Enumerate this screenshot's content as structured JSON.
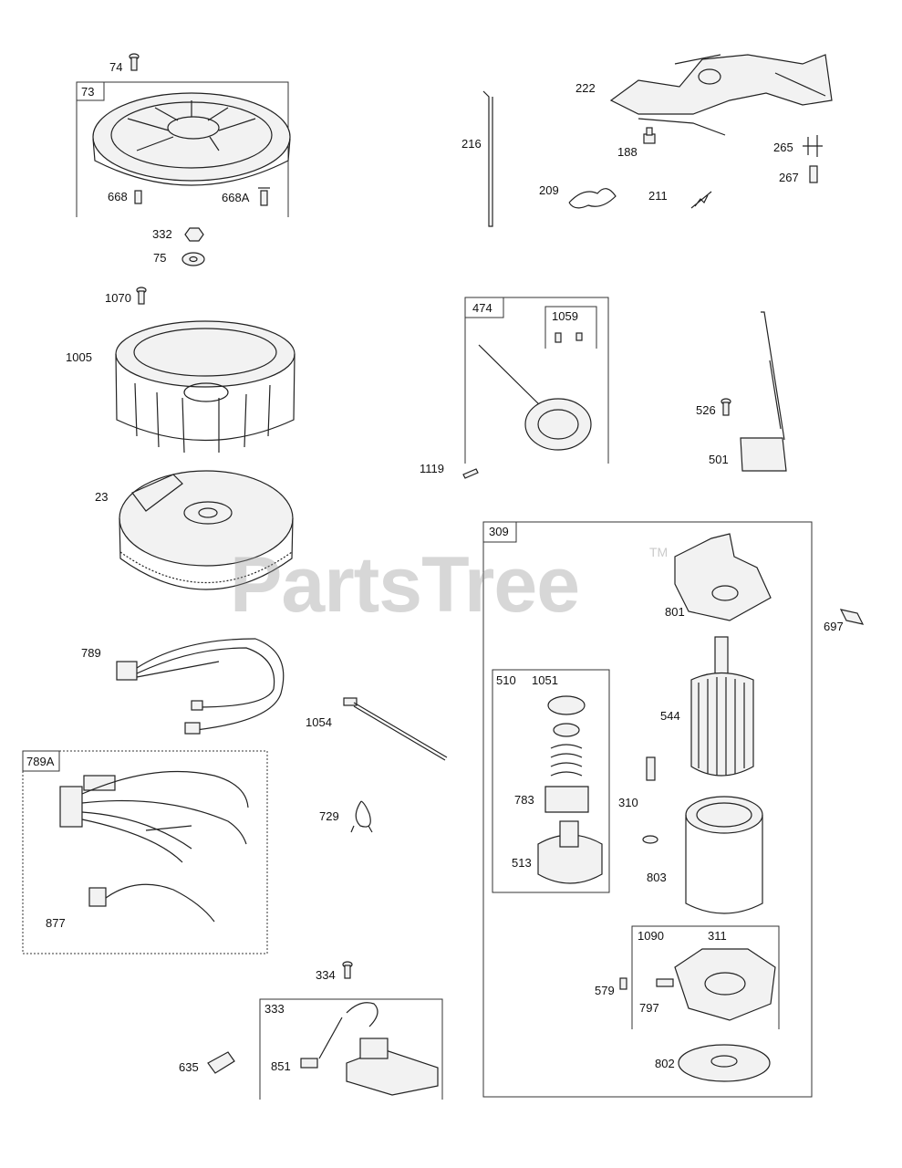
{
  "watermark": "PartsTree",
  "trademark": "TM",
  "labels": {
    "p74": "74",
    "p73": "73",
    "p668": "668",
    "p668A": "668A",
    "p332": "332",
    "p75": "75",
    "p1070": "1070",
    "p1005": "1005",
    "p23": "23",
    "p789": "789",
    "p789A": "789A",
    "p877": "877",
    "p1054": "1054",
    "p729": "729",
    "p334": "334",
    "p333": "333",
    "p851": "851",
    "p635": "635",
    "p216": "216",
    "p222": "222",
    "p188": "188",
    "p209": "209",
    "p211": "211",
    "p265": "265",
    "p267": "267",
    "p474": "474",
    "p1059": "1059",
    "p1119": "1119",
    "p526": "526",
    "p501": "501",
    "p309": "309",
    "p697": "697",
    "p801": "801",
    "p544": "544",
    "p510": "510",
    "p1051": "1051",
    "p783": "783",
    "p513": "513",
    "p310": "310",
    "p803": "803",
    "p1090": "1090",
    "p311": "311",
    "p579": "579",
    "p797": "797",
    "p802": "802"
  }
}
